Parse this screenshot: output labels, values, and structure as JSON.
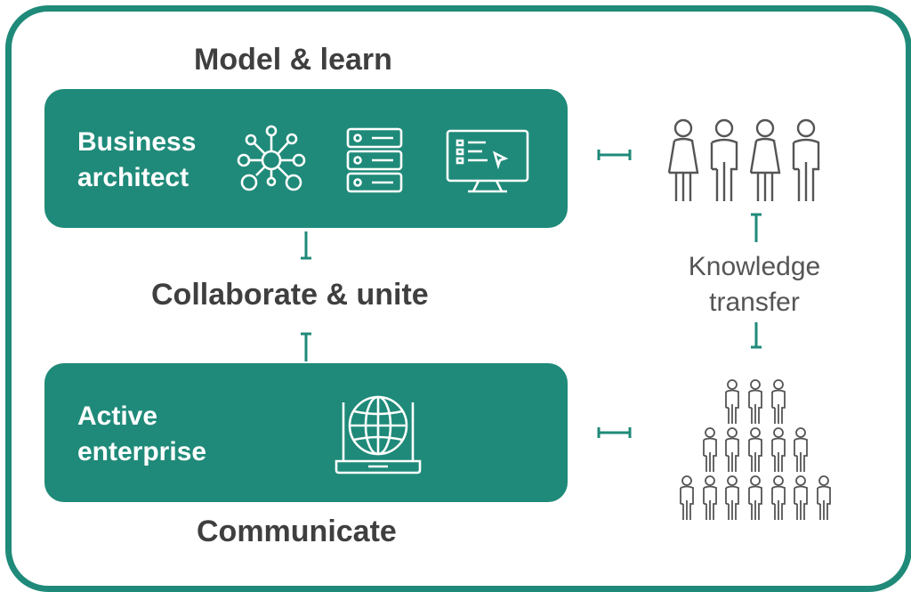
{
  "headings": {
    "model": "Model & learn",
    "collaborate": "Collaborate & unite",
    "communicate": "Communicate"
  },
  "boxes": {
    "business_architect": {
      "line1": "Business",
      "line2": "architect"
    },
    "active_enterprise": {
      "line1": "Active",
      "line2": "enterprise"
    }
  },
  "knowledge_transfer": {
    "line1": "Knowledge",
    "line2": "transfer"
  },
  "icons": [
    "network-icon",
    "server-icon",
    "monitor-icon",
    "globe-laptop-icon",
    "people-group-icon",
    "people-pyramid-icon"
  ],
  "colors": {
    "accent": "#1f8a79",
    "text": "#3f3f3f",
    "people": "#555555",
    "background": "#ffffff"
  }
}
